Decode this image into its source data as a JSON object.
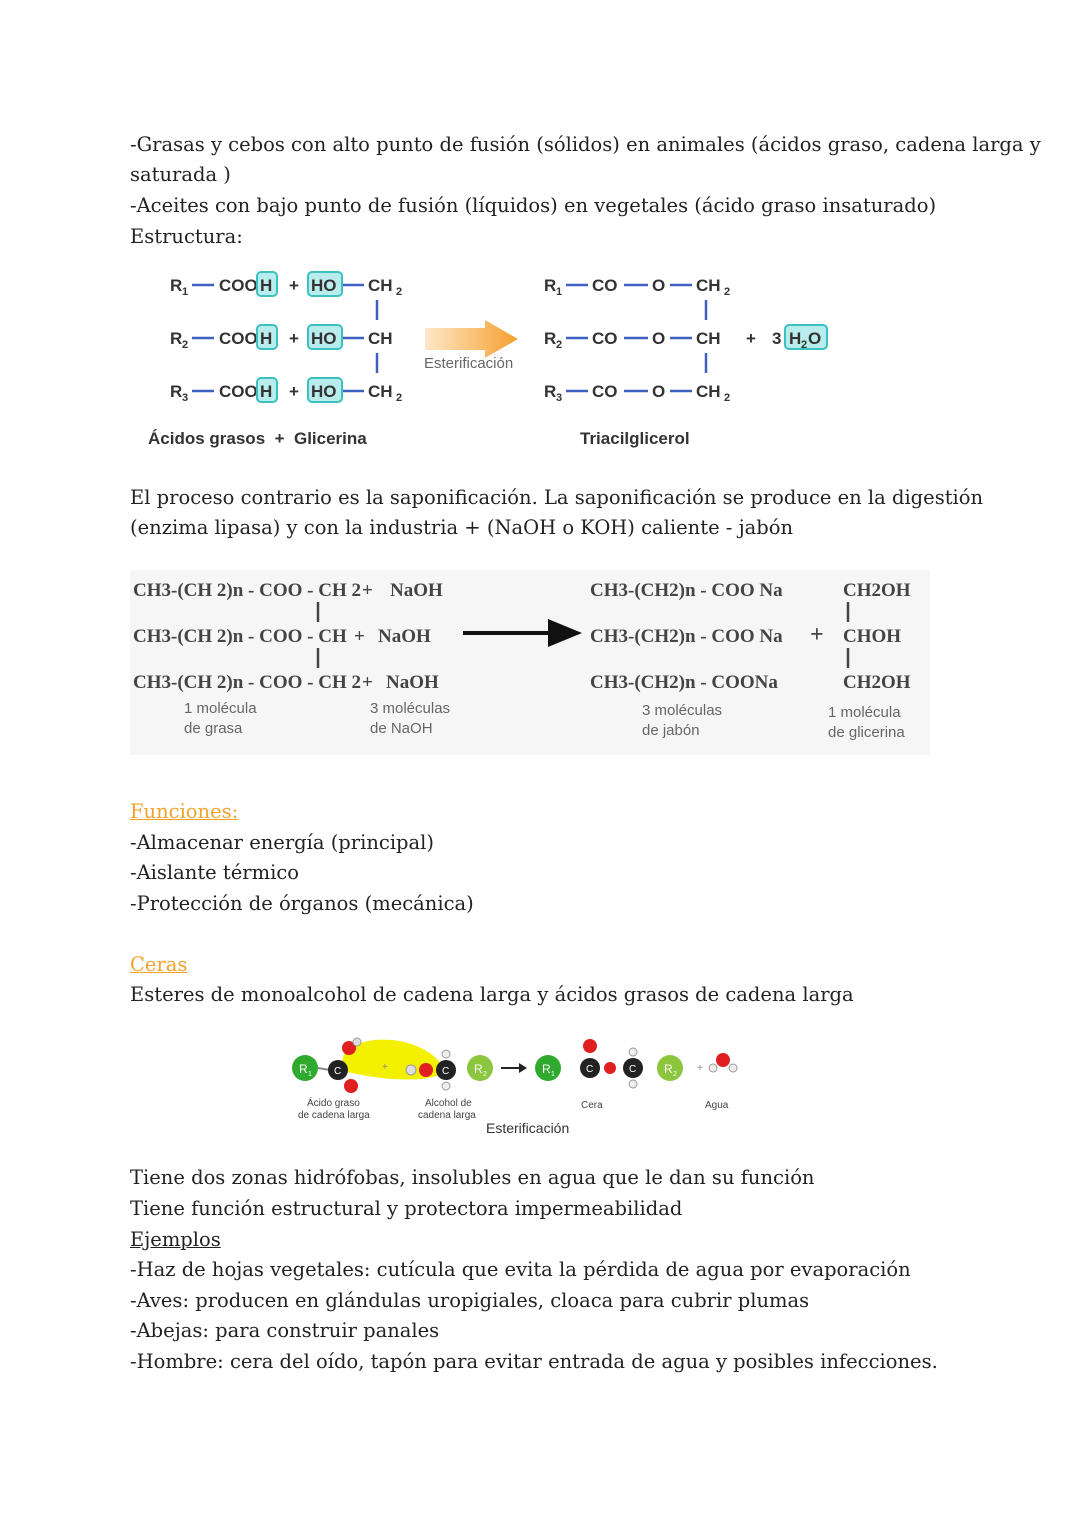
{
  "intro": {
    "l1": "-Grasas y cebos con alto punto de fusión (sólidos) en animales (ácidos graso, cadena larga y",
    "l2": "saturada )",
    "l3": "-Aceites con bajo punto de fusión (líquidos) en vegetales (ácido graso insaturado)",
    "l4": "Estructura:"
  },
  "esterif": {
    "r1": "R",
    "r2": "R",
    "r3": "R",
    "s1": "1",
    "s2": "2",
    "s3": "3",
    "cooh": "COO",
    "h": "H",
    "plus": "+",
    "ho": "HO",
    "ch2": "CH",
    "two": "2",
    "ch": "CH",
    "arrow_label": "Esterificación",
    "co": "CO",
    "o": "O",
    "water_coef": "3",
    "water_h": "H",
    "water_o": "O",
    "left_caption": "Ácidos grasos  +  Glicerina",
    "right_caption": "Triacilglicerol"
  },
  "sapon_text": {
    "l1": "El proceso contrario es la saponificación. La saponificación se produce en la digestión",
    "l2": "(enzima lipasa) y con la industria + (NaOH o KOH) caliente - jabón"
  },
  "sapon": {
    "left1": "CH3-(CH 2)n - COO - CH 2",
    "left2": "CH3-(CH 2)n - COO - CH",
    "left3": "CH3-(CH 2)n - COO - CH 2",
    "naoh": "NaOH",
    "plus": "+",
    "right1": "CH3-(CH2)n - COO Na",
    "right2": "CH3-(CH2)n - COO Na",
    "right3": "CH3-(CH2)n - COONa",
    "gly1": "CH2OH",
    "gly2": "CHOH",
    "gly3": "CH2OH",
    "cap1a": "1 molécula",
    "cap1b": "de grasa",
    "cap2a": "3 moléculas",
    "cap2b": "de NaOH",
    "cap3a": "3 moléculas",
    "cap3b": "de jabón",
    "cap4a": "1 molécula",
    "cap4b": "de glicerina"
  },
  "funciones": {
    "title": "Funciones:",
    "items": [
      "-Almacenar energía (principal)",
      "-Aislante térmico",
      "-Protección de órganos (mecánica)"
    ]
  },
  "ceras": {
    "title": "Ceras",
    "desc": "Esteres de monoalcohol de cadena larga y ácidos grasos de cadena larga"
  },
  "wax_fig": {
    "acid_a": "Ácido graso",
    "acid_b": "de cadena larga",
    "alc_a": "Alcohol de",
    "alc_b": "cadena larga",
    "cera": "Cera",
    "agua": "Agua",
    "esterif": "Esterificación",
    "r1": "R",
    "r2": "R",
    "s1": "1",
    "s2": "2",
    "c": "C",
    "plus": "+"
  },
  "colors": {
    "accent": "#f0a22a",
    "teal": "#3cc0c0",
    "box": "#b9ecec",
    "arrow_orange": "#f5a030",
    "green_dark": "#2faa2f",
    "green_light": "#8cc63f",
    "yellow": "#f3f000",
    "red": "#e02020"
  },
  "tail": {
    "l1": "Tiene dos zonas hidrófobas, insolubles en agua que le dan su función",
    "l2": "Tiene función estructural y protectora impermeabilidad",
    "ejemplos": "Ejemplos",
    "items": [
      "-Haz de hojas vegetales: cutícula que evita la pérdida de agua por evaporación",
      "-Aves: producen en glándulas uropigiales, cloaca para cubrir plumas",
      "-Abejas: para construir panales",
      "-Hombre: cera del oído, tapón para evitar entrada de agua y posibles infecciones."
    ]
  }
}
